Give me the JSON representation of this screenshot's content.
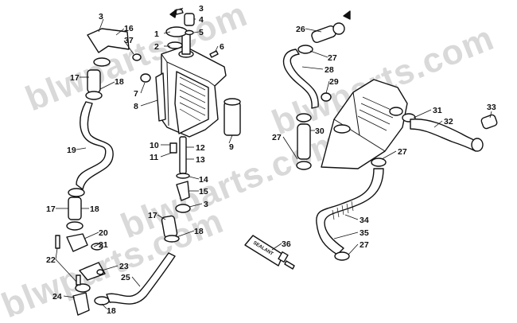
{
  "watermark": "blwparts.com",
  "tube_label": "SEALANT",
  "callouts": [
    "1",
    "2",
    "3",
    "4",
    "5",
    "6",
    "7",
    "8",
    "9",
    "10",
    "11",
    "12",
    "13",
    "14",
    "15",
    "16",
    "17",
    "18",
    "19",
    "20",
    "21",
    "22",
    "23",
    "24",
    "25",
    "26",
    "27",
    "28",
    "29",
    "30",
    "31",
    "32",
    "33",
    "34",
    "35",
    "36",
    "37"
  ]
}
